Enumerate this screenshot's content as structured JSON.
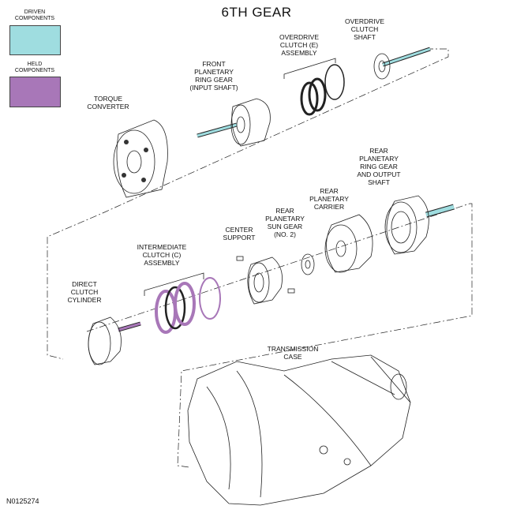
{
  "title": "6TH GEAR",
  "legend": {
    "driven_label": "DRIVEN COMPONENTS",
    "held_label": "HELD COMPONENTS",
    "driven_color": "#9fdde0",
    "held_color": "#a877b8"
  },
  "labels": {
    "overdrive_clutch_shaft": "OVERDRIVE\nCLUTCH\nSHAFT",
    "overdrive_clutch_assembly": "OVERDRIVE\nCLUTCH (E)\nASSEMBLY",
    "front_planetary_ring_gear": "FRONT\nPLANETARY\nRING GEAR\n(INPUT SHAFT)",
    "torque_converter": "TORQUE\nCONVERTER",
    "rear_planetary_ring_gear": "REAR\nPLANETARY\nRING GEAR\nAND OUTPUT\nSHAFT",
    "rear_planetary_carrier": "REAR\nPLANETARY\nCARRIER",
    "rear_planetary_sun_gear": "REAR\nPLANETARY\nSUN GEAR\n(NO. 2)",
    "center_support": "CENTER\nSUPPORT",
    "intermediate_clutch": "INTERMEDIATE\nCLUTCH (C)\nASSEMBLY",
    "direct_clutch_cylinder": "DIRECT\nCLUTCH\nCYLINDER",
    "transmission_case": "TRANSMISSION\nCASE"
  },
  "figure_id": "N0125274"
}
